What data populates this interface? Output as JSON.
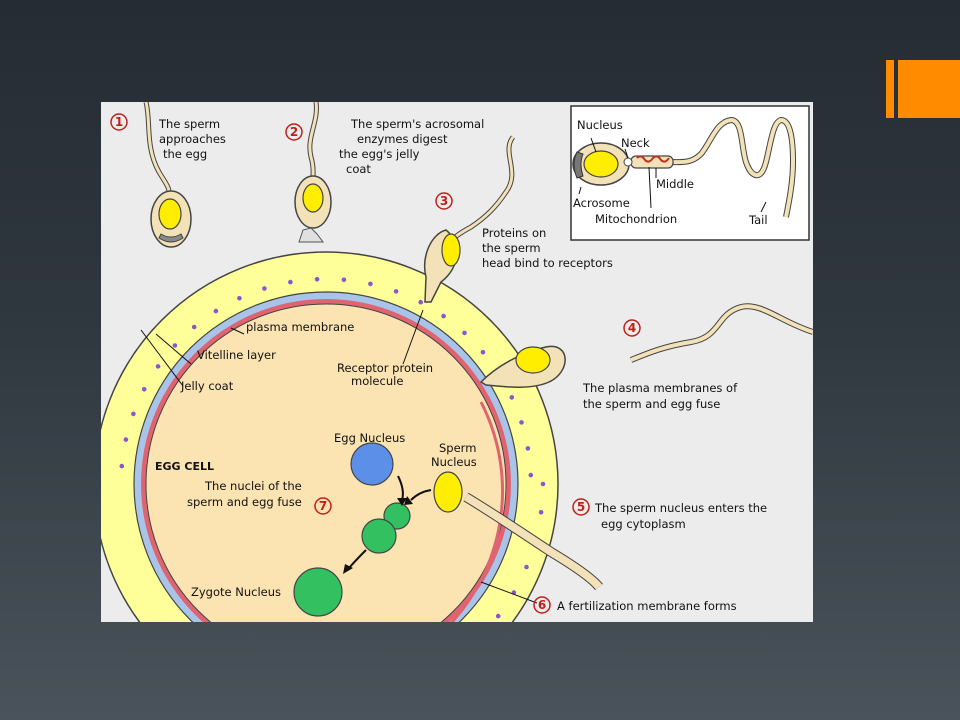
{
  "steps": [
    {
      "number": "1",
      "lines": [
        "The sperm",
        "approaches",
        "the egg"
      ]
    },
    {
      "number": "2",
      "lines": [
        "The sperm's acrosomal",
        "enzymes digest",
        "the egg's jelly",
        "coat"
      ]
    },
    {
      "number": "3",
      "lines": [
        "Proteins on",
        "the sperm",
        "head bind to receptors"
      ]
    },
    {
      "number": "4",
      "lines": [
        "The plasma membranes of",
        "the sperm and egg fuse"
      ]
    },
    {
      "number": "5",
      "lines": [
        "The sperm nucleus enters the",
        "egg cytoplasm"
      ]
    },
    {
      "number": "6",
      "lines": [
        "A fertilization membrane forms"
      ]
    },
    {
      "number": "7",
      "lines": [
        "The nuclei of the",
        "sperm and egg fuse"
      ]
    }
  ],
  "egg_labels": {
    "plasma_membrane": "plasma membrane",
    "vitelline_layer": "Vitelline layer",
    "jelly_coat": "Jelly coat",
    "receptor_line1": "Receptor protein",
    "receptor_line2": "molecule",
    "egg_cell": "EGG CELL",
    "egg_nucleus": "Egg Nucleus",
    "sperm_nucleus_line1": "Sperm",
    "sperm_nucleus_line2": "Nucleus",
    "zygote_nucleus": "Zygote Nucleus"
  },
  "inset_labels": {
    "nucleus": "Nucleus",
    "neck": "Neck",
    "middle": "Middle",
    "acrosome": "Acrosome",
    "mitochondrion": "Mitochondrion",
    "tail": "Tail"
  },
  "colors": {
    "accent": "#ff8c00",
    "jelly_coat": "#ffff99",
    "vitelline": "#a8c4e8",
    "plasma_membrane": "#e06470",
    "cytoplasm": "#fbe3b2",
    "sperm_body": "#f3e2b8",
    "sperm_nucleus": "#ffee00",
    "egg_nucleus": "#5b8fe8",
    "zygote": "#33c060",
    "step_number": "#c0201a"
  }
}
